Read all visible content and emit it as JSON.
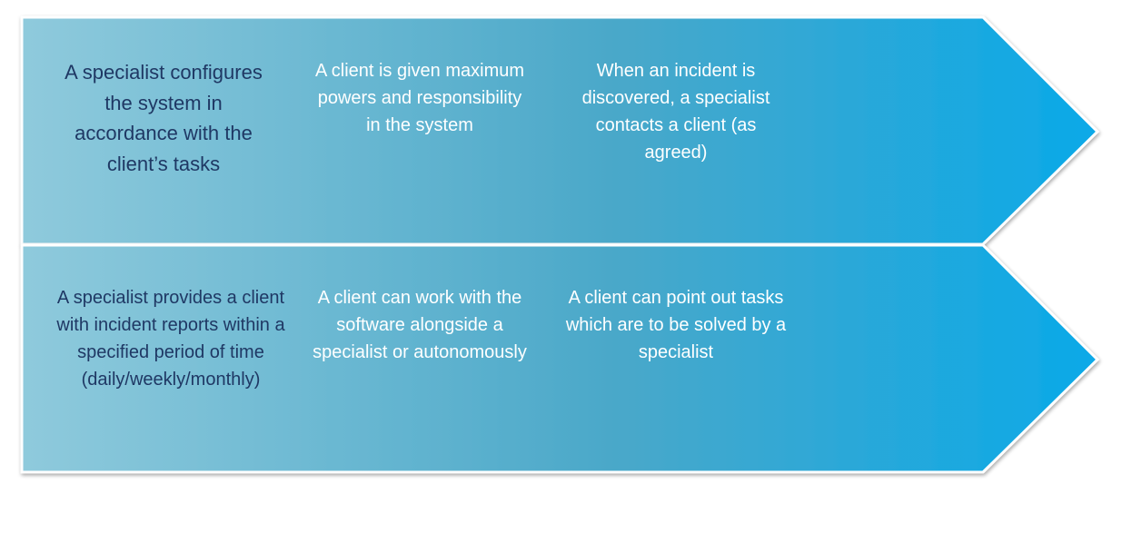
{
  "colors": {
    "gradient_start": "#8fcadc",
    "gradient_mid": "#4aa8c9",
    "gradient_end": "#0aa9e8",
    "dark_text": "#1f3864",
    "light_text": "#ffffff",
    "border": "#ffffff"
  },
  "rows": [
    {
      "cells": [
        "A specialist configures the system in accordance with the client’s tasks",
        "A client is given maximum powers and responsibility in the system",
        "When an incident is discovered, a specialist contacts a client (as agreed)"
      ]
    },
    {
      "cells": [
        "A specialist provides a client with incident reports within a specified period of time (daily/weekly/monthly)",
        "A client can work with the software alongside a specialist or autonomously",
        "A client can point out tasks which are to be solved by a specialist"
      ]
    }
  ]
}
